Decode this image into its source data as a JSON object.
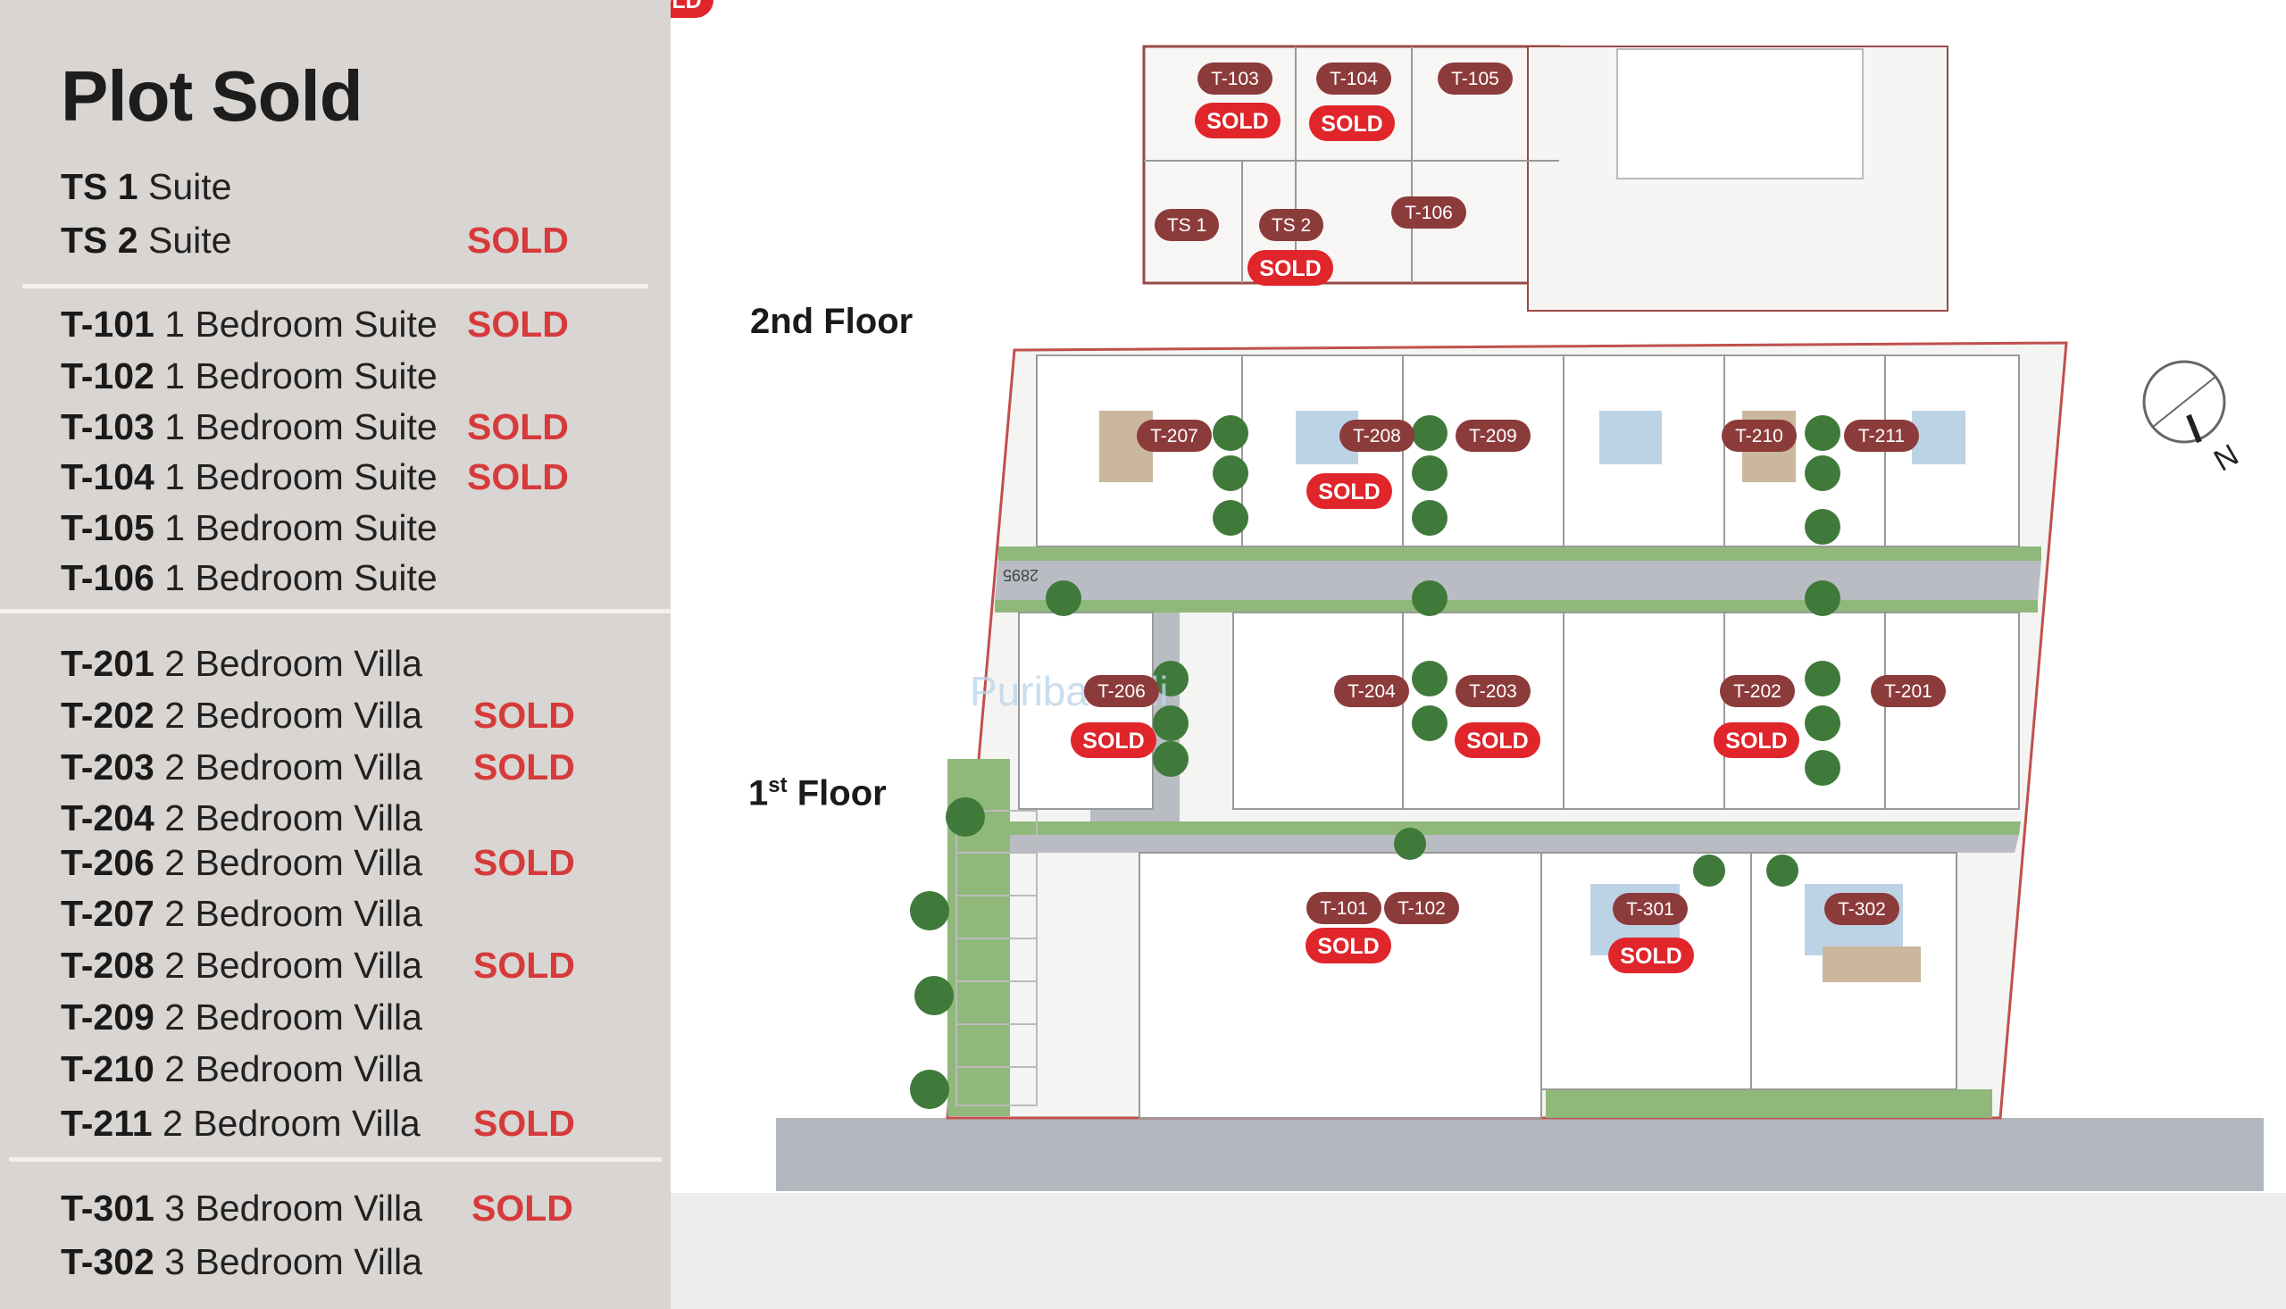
{
  "title": "Plot Sold",
  "groups": [
    [
      {
        "code": "TS 1",
        "desc": "Suite",
        "sold": ""
      },
      {
        "code": "TS 2",
        "desc": "Suite",
        "sold": "SOLD"
      }
    ],
    [
      {
        "code": "T-101",
        "desc": "1 Bedroom Suite",
        "sold": "SOLD"
      },
      {
        "code": "T-102",
        "desc": "1 Bedroom Suite",
        "sold": ""
      },
      {
        "code": "T-103",
        "desc": "1 Bedroom Suite",
        "sold": "SOLD"
      },
      {
        "code": "T-104",
        "desc": "1 Bedroom Suite",
        "sold": "SOLD"
      },
      {
        "code": "T-105",
        "desc": "1 Bedroom Suite",
        "sold": ""
      },
      {
        "code": "T-106",
        "desc": "1 Bedroom Suite",
        "sold": ""
      }
    ],
    [
      {
        "code": "T-201",
        "desc": "2 Bedroom Villa",
        "sold": ""
      },
      {
        "code": "T-202",
        "desc": "2 Bedroom Villa",
        "sold": "SOLD"
      },
      {
        "code": "T-203",
        "desc": "2 Bedroom Villa",
        "sold": "SOLD"
      },
      {
        "code": "T-204",
        "desc": "2 Bedroom Villa",
        "sold": ""
      },
      {
        "code": "T-206",
        "desc": "2 Bedroom Villa",
        "sold": "SOLD"
      },
      {
        "code": "T-207",
        "desc": "2 Bedroom Villa",
        "sold": ""
      },
      {
        "code": "T-208",
        "desc": "2 Bedroom Villa",
        "sold": "SOLD"
      },
      {
        "code": "T-209",
        "desc": "2 Bedroom Villa",
        "sold": ""
      },
      {
        "code": "T-210",
        "desc": "2 Bedroom Villa",
        "sold": ""
      },
      {
        "code": "T-211",
        "desc": "2 Bedroom Villa",
        "sold": "SOLD"
      }
    ],
    [
      {
        "code": "T-301",
        "desc": "3 Bedroom Villa",
        "sold": "SOLD"
      },
      {
        "code": "T-302",
        "desc": "3 Bedroom Villa",
        "sold": ""
      }
    ]
  ],
  "floors": {
    "second": "2nd Floor",
    "first_num": "1",
    "first_sup": "st",
    "first_rest": " Floor"
  },
  "plan": {
    "units": [
      {
        "code": "T-103",
        "sold": "SOLD"
      },
      {
        "code": "T-104",
        "sold": "SOLD"
      },
      {
        "code": "T-105",
        "sold": ""
      },
      {
        "code": "TS 1",
        "sold": ""
      },
      {
        "code": "TS 2",
        "sold": "SOLD"
      },
      {
        "code": "T-106",
        "sold": ""
      },
      {
        "code": "T-207",
        "sold": ""
      },
      {
        "code": "T-208",
        "sold": "SOLD"
      },
      {
        "code": "T-209",
        "sold": ""
      },
      {
        "code": "T-210",
        "sold": ""
      },
      {
        "code": "T-211",
        "sold": "SOLD"
      },
      {
        "code": "T-206",
        "sold": "SOLD"
      },
      {
        "code": "T-204",
        "sold": ""
      },
      {
        "code": "T-203",
        "sold": "SOLD"
      },
      {
        "code": "T-202",
        "sold": "SOLD"
      },
      {
        "code": "T-201",
        "sold": ""
      },
      {
        "code": "T-101",
        "sold": "SOLD"
      },
      {
        "code": "T-102",
        "sold": ""
      },
      {
        "code": "T-301",
        "sold": "SOLD"
      },
      {
        "code": "T-302",
        "sold": ""
      }
    ],
    "dimension": "2895",
    "compass": "N",
    "watermark": "Puriba Bali",
    "colors": {
      "unit_badge": "#8c3b3b",
      "sold_badge": "#e0252b",
      "wall": "#c0504d",
      "garden": "#8fb87a",
      "path": "#b9bdc3",
      "road": "#b3b7be"
    }
  }
}
